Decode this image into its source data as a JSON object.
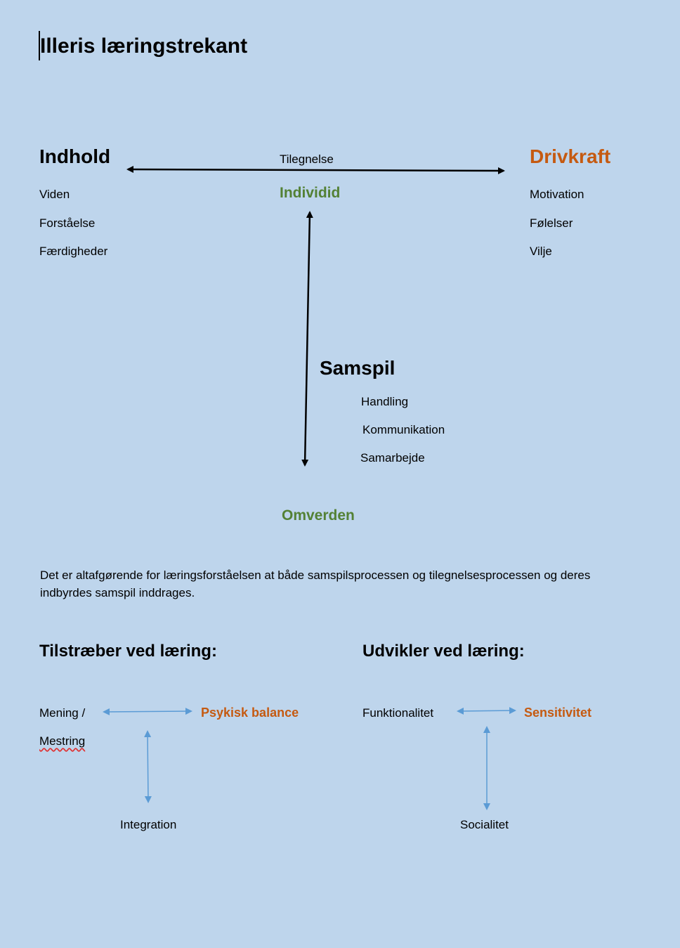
{
  "title": "Illeris læringstrekant",
  "triangle": {
    "content": {
      "heading": "Indhold",
      "items": [
        "Viden",
        "Forståelse",
        "Færdigheder"
      ]
    },
    "drive": {
      "heading": "Drivkraft",
      "items": [
        "Motivation",
        "Følelser",
        "Vilje"
      ]
    },
    "acquisition_label": "Tilegnelse",
    "individual": "Individid",
    "interaction": {
      "heading": "Samspil",
      "items": [
        "Handling",
        "Kommunikation",
        "Samarbejde"
      ]
    },
    "environment": "Omverden"
  },
  "paragraph": "Det er altafgørende for læringsforståelsen at både samspilsprocessen og tilegnelsesprocessen og deres indbyrdes samspil inddrages.",
  "strives": {
    "heading": "Tilstræber ved læring:",
    "left": "Mening /",
    "left2": "Mestring",
    "right": "Psykisk balance",
    "bottom": "Integration"
  },
  "develops": {
    "heading": "Udvikler ved læring:",
    "left": "Funktionalitet",
    "right": "Sensitivitet",
    "bottom": "Socialitet"
  },
  "colors": {
    "background": "#bed5ec",
    "green": "#538135",
    "orange": "#c55a11",
    "arrow_blue": "#5b9bd5"
  }
}
